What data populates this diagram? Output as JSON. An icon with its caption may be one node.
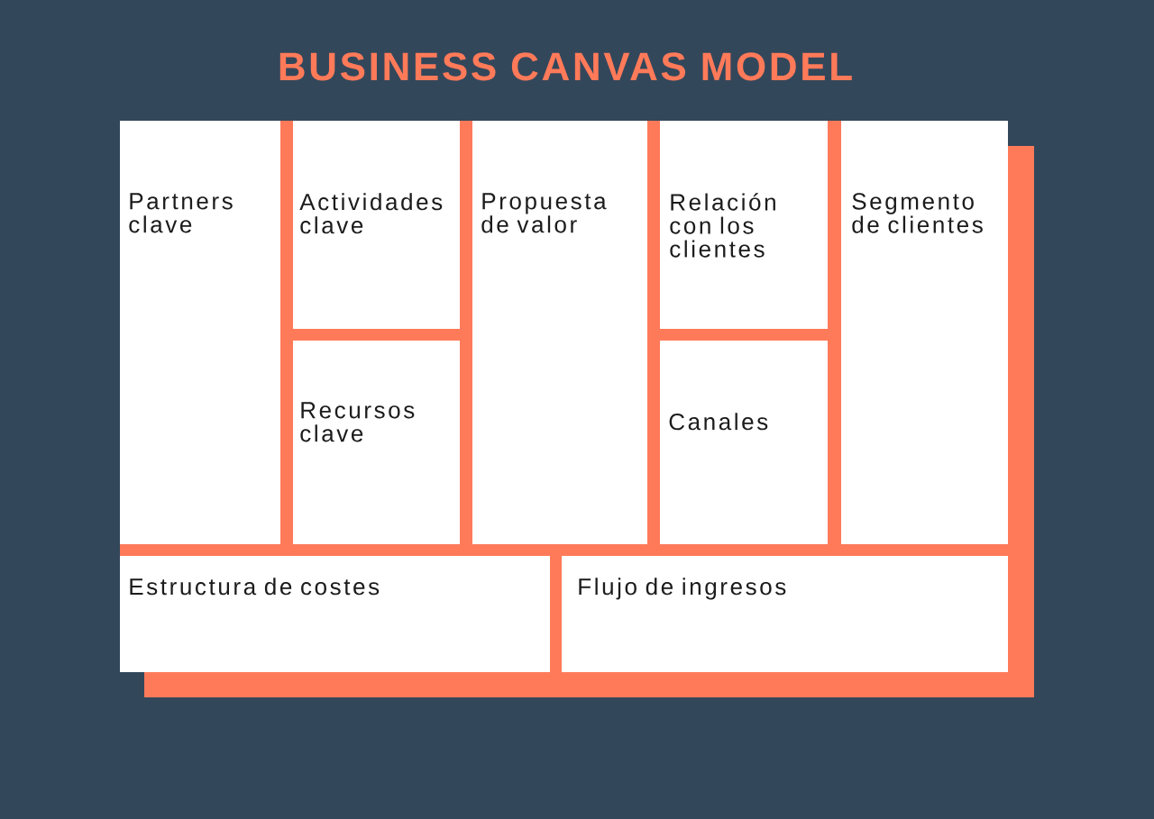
{
  "diagram": {
    "title": "BUSINESS CANVAS MODEL",
    "nodes": [
      {
        "text": [
          "Partners clave"
        ]
      },
      {
        "text": [
          "Actividades clave"
        ]
      },
      {
        "text": [
          "Recursos clave"
        ]
      },
      {
        "text": [
          "Propuesta de valor"
        ]
      },
      {
        "text": [
          "Relación con los clientes"
        ]
      },
      {
        "text": [
          "Canales"
        ]
      },
      {
        "text": [
          "Segmento de clientes"
        ]
      },
      {
        "text": [
          "Estructura de costes"
        ]
      },
      {
        "text": [
          "Flujo de ingresos"
        ]
      }
    ]
  }
}
